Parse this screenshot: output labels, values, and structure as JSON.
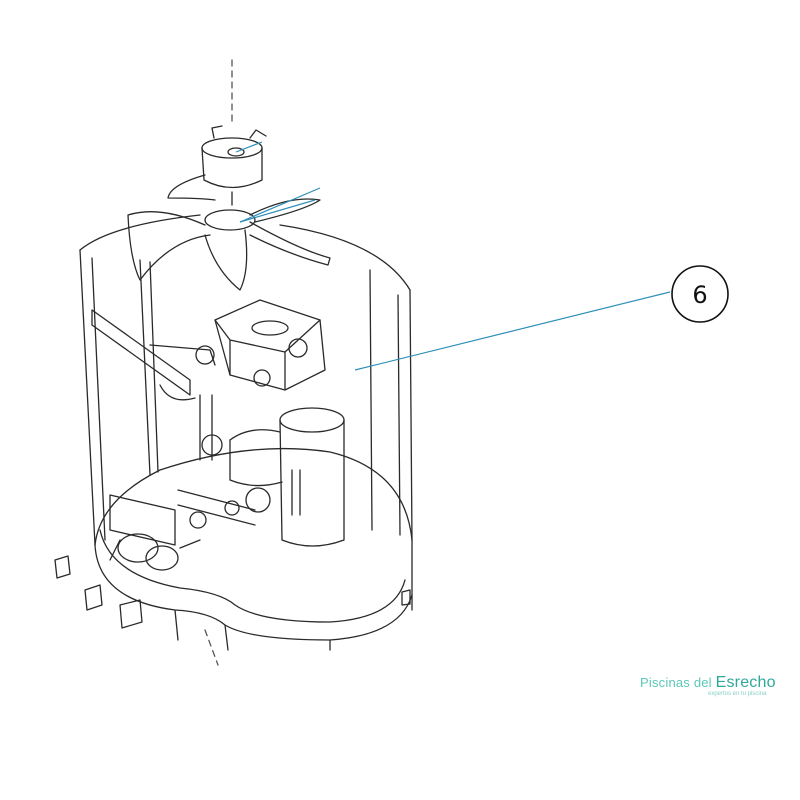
{
  "callout": {
    "number": "6"
  },
  "brand": {
    "name_part1": "Piscinas del ",
    "name_part2": "Esrecho",
    "tagline": "expertos en tu piscina"
  },
  "colors": {
    "line": "#2a2a2a",
    "leader": "#2f8fb8",
    "brand": "#5cc8b8"
  }
}
